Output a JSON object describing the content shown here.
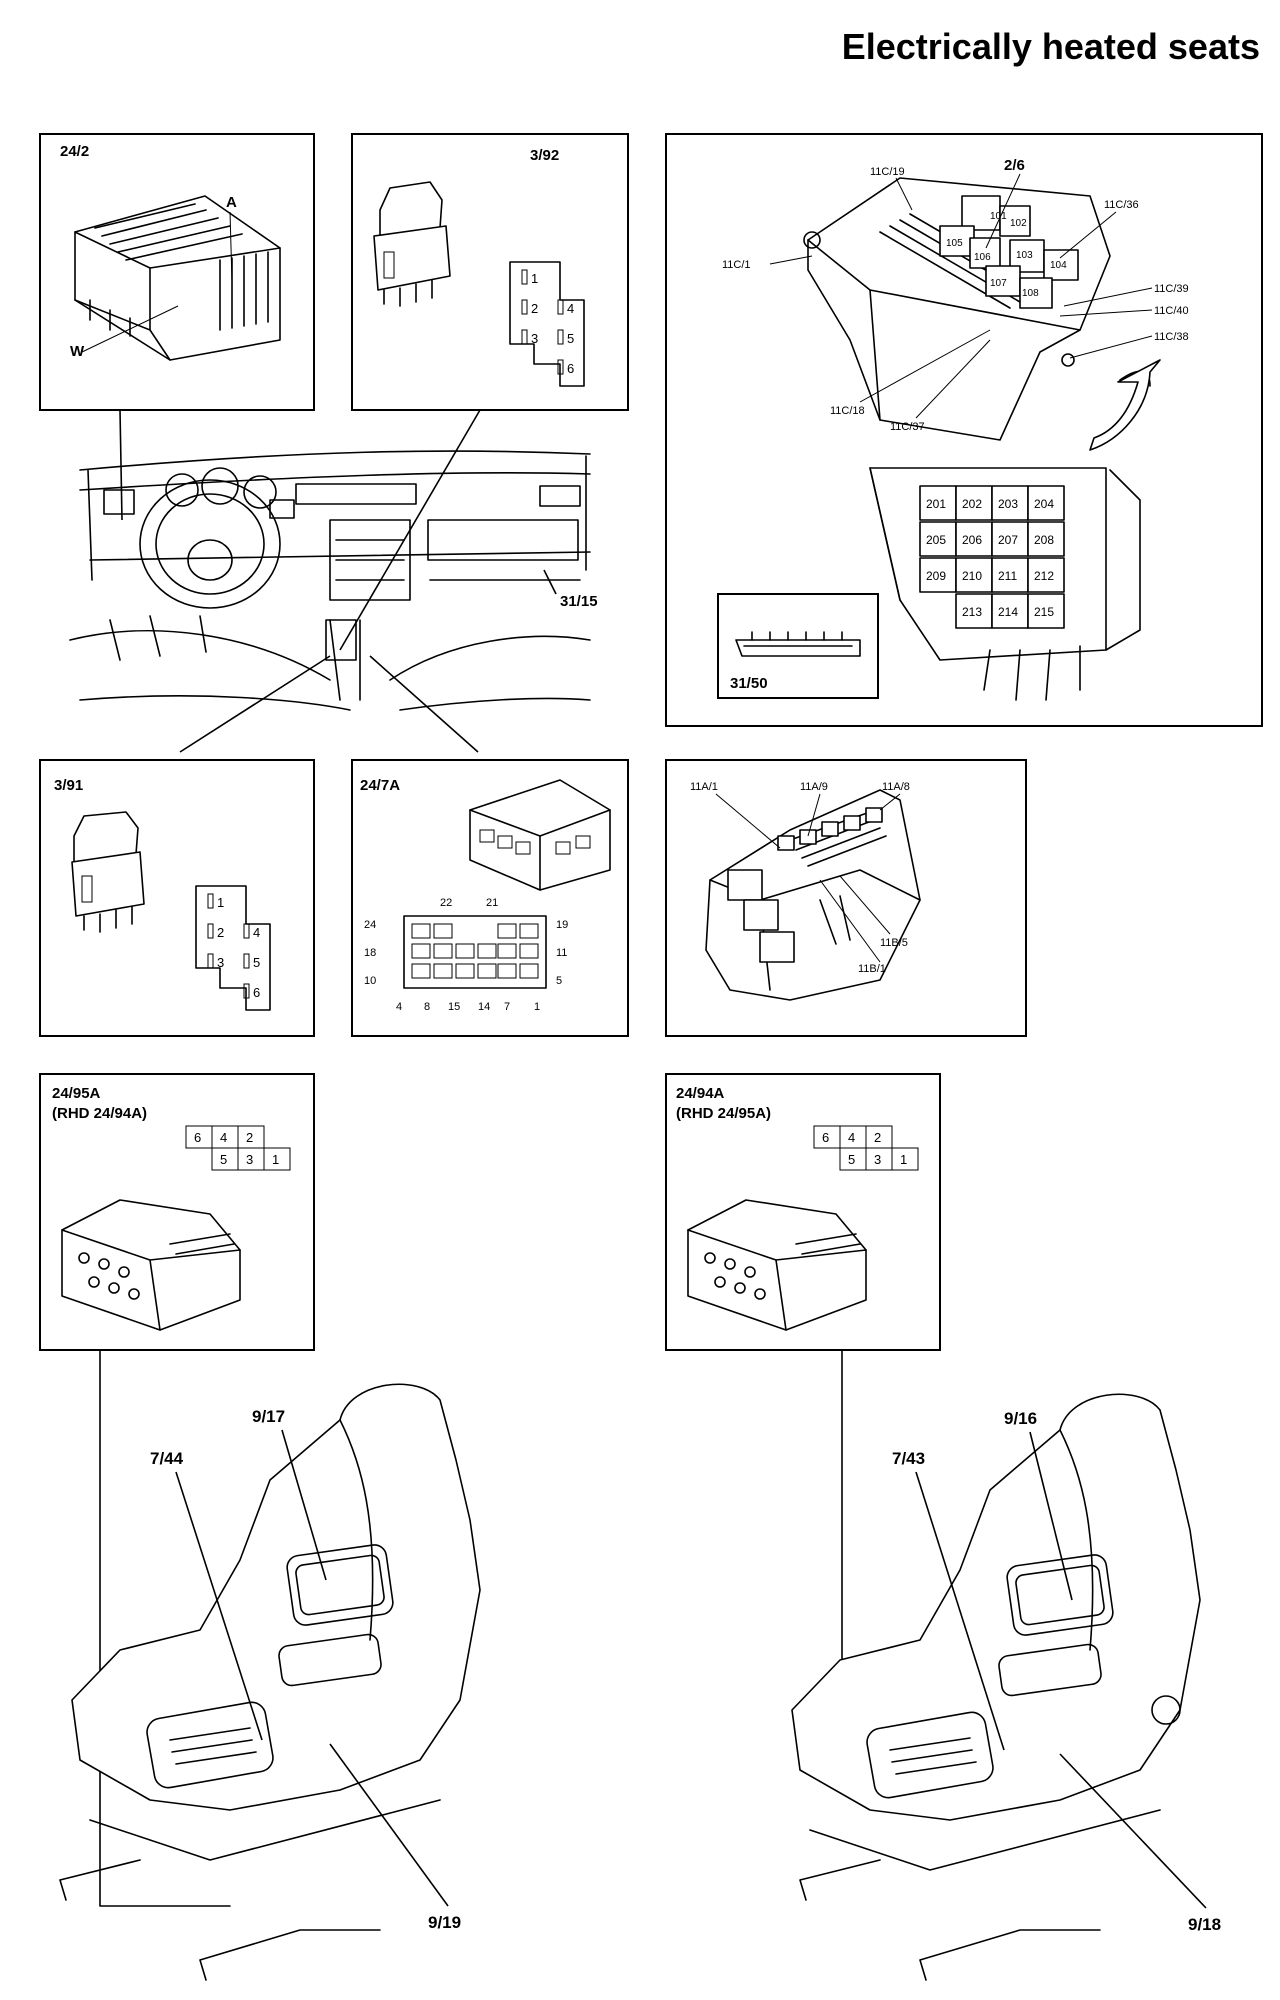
{
  "title": "Electrically heated seats",
  "components": {
    "c24_2": {
      "label": "24/2",
      "a": "A",
      "w": "W"
    },
    "c3_92": {
      "label": "3/92",
      "pins": [
        "1",
        "2",
        "3",
        "4",
        "5",
        "6"
      ]
    },
    "c3_91": {
      "label": "3/91",
      "pins": [
        "1",
        "2",
        "3",
        "4",
        "5",
        "6"
      ]
    },
    "c24_7a": {
      "label": "24/7A",
      "pins": [
        "22",
        "21",
        "24",
        "19",
        "18",
        "11",
        "10",
        "5",
        "4",
        "8",
        "15",
        "14",
        "7",
        "1"
      ]
    },
    "c31_15": {
      "label": "31/15"
    },
    "c31_50": {
      "label": "31/50"
    },
    "c24_95a": {
      "label": "24/95A",
      "rhd": "(RHD 24/94A)",
      "grid_top": [
        "6",
        "4",
        "2"
      ],
      "grid_bottom": [
        "5",
        "3",
        "1"
      ]
    },
    "c24_94a": {
      "label": "24/94A",
      "rhd": "(RHD 24/95A)",
      "grid_top": [
        "6",
        "4",
        "2"
      ],
      "grid_bottom": [
        "5",
        "3",
        "1"
      ]
    }
  },
  "central_electronics": {
    "callouts": [
      "11C/19",
      "2/6",
      "11C/36",
      "11C/1",
      "11C/39",
      "11C/40",
      "11C/38",
      "11C/18",
      "11C/37"
    ],
    "relays": [
      "101",
      "102",
      "103",
      "104",
      "105",
      "106",
      "107",
      "108"
    ],
    "fuses": [
      "201",
      "202",
      "203",
      "204",
      "205",
      "206",
      "207",
      "208",
      "209",
      "210",
      "211",
      "212",
      "213",
      "214",
      "215"
    ]
  },
  "engine_box": {
    "callouts": [
      "11A/1",
      "11A/9",
      "11A/8",
      "11B/5",
      "11B/1"
    ]
  },
  "seat_left": {
    "labels": [
      "9/17",
      "7/44",
      "9/19"
    ]
  },
  "seat_right": {
    "labels": [
      "9/16",
      "7/43",
      "9/18"
    ]
  },
  "colors": {
    "ink": "#000000",
    "paper": "#ffffff"
  }
}
